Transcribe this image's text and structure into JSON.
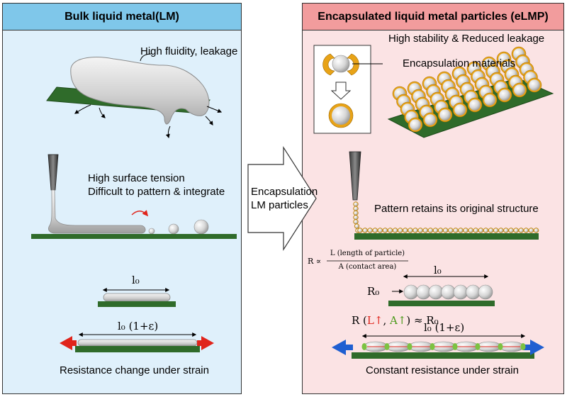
{
  "left": {
    "title": "Bulk liquid metal(LM)",
    "fluidity_label": "High fluidity, leakage",
    "tension_line1": "High surface tension",
    "tension_line2": "Difficult to pattern & integrate",
    "length_label": "l₀",
    "strain_length_label": "l₀ (1+ε)",
    "strain_caption": "Resistance change under strain"
  },
  "middle": {
    "arrow_line1": "Encapsulation",
    "arrow_line2": "LM particles"
  },
  "right": {
    "title": "Encapsulated liquid metal particles (eLMP)",
    "stability_label": "High stability & Reduced leakage",
    "encap_label": "Encapsulation materials",
    "pattern_label": "Pattern retains its original structure",
    "formula_prefix": "R ∝",
    "formula_numerator": "L (length of particle)",
    "formula_denominator": "A (contact area)",
    "length_label": "l₀",
    "r0_label": "R₀",
    "resist_prefix": "R (",
    "resist_L": "L↑",
    "resist_sep": ", ",
    "resist_A": "A↑",
    "resist_suffix": ") ≈ R₀",
    "strain_length_label": "l₀ (1+ε)",
    "strain_caption": "Constant resistance under strain"
  },
  "colors": {
    "left_bg": "#dff0fb",
    "left_header": "#7fc7ea",
    "right_bg": "#fbe3e4",
    "right_header": "#f29c9d",
    "substrate": "#2f6b2a",
    "shell": "#e8a317",
    "stretch_arrow_left": "#e0241b",
    "stretch_arrow_right_panel": "#1f5fd1",
    "contact_green": "#7cc242"
  }
}
